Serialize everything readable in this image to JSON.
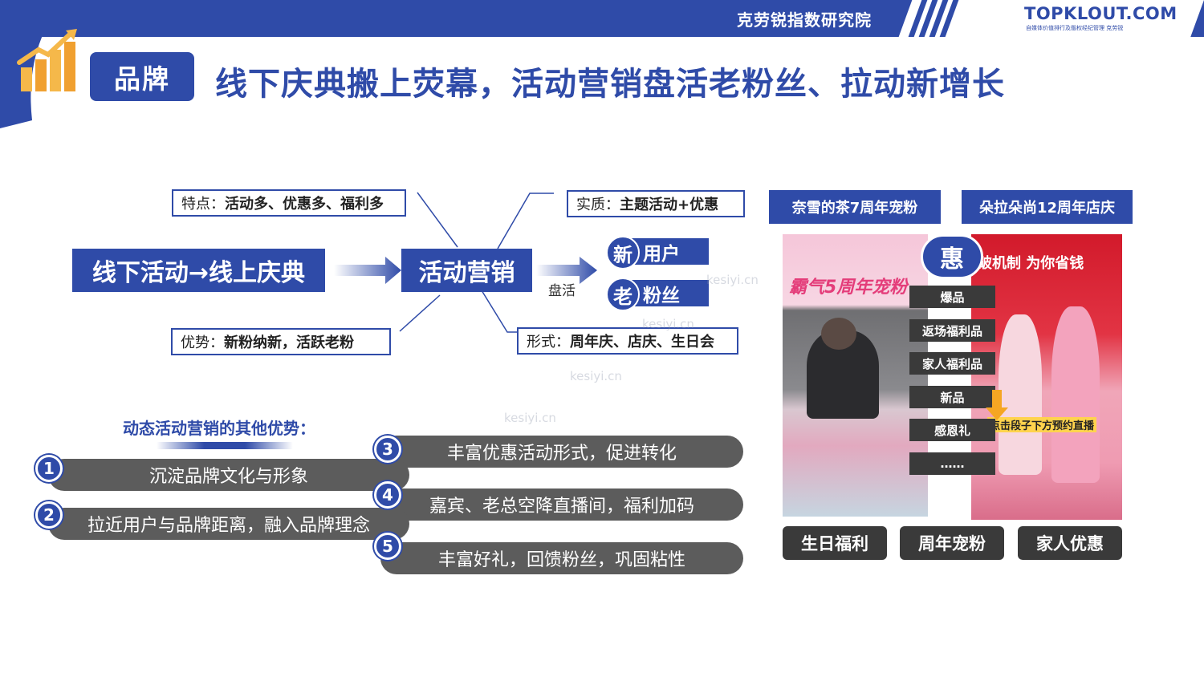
{
  "header": {
    "institute": "克劳锐指数研究院",
    "logo": "TOPKLOUT.COM",
    "logo_sub": "自媒体价值排行及版权经纪管理 克劳锐"
  },
  "brand_tag": "品牌",
  "page_title": "线下庆典搬上荧幕，活动营销盘活老粉丝、拉动新增长",
  "mindmap": {
    "left_box": "线下活动→线上庆典",
    "center_box": "活动营销",
    "feature_label": "特点：",
    "feature_value": "活动多、优惠多、福利多",
    "advantage_label": "优势：",
    "advantage_value": "新粉纳新，活跃老粉",
    "essence_label": "实质：",
    "essence_value": "主题活动+优惠",
    "form_label": "形式：",
    "form_value": "周年庆、店庆、生日会",
    "verb": "盘活",
    "new_char": "新",
    "new_label": "用户",
    "old_char": "老",
    "old_label": "粉丝"
  },
  "advantages": {
    "title": "动态活动营销的其他优势：",
    "items": [
      {
        "num": "1",
        "text": "沉淀品牌文化与形象"
      },
      {
        "num": "2",
        "text": "拉近用户与品牌距离，融入品牌理念"
      },
      {
        "num": "3",
        "text": "丰富优惠活动形式，促进转化"
      },
      {
        "num": "4",
        "text": "嘉宾、老总空降直播间，福利加码"
      },
      {
        "num": "5",
        "text": "丰富好礼，回馈粉丝，巩固粘性"
      }
    ]
  },
  "cases": {
    "left_title": "奈雪的茶7周年宠粉",
    "right_title": "朵拉朵尚12周年店庆",
    "left_shot_text": "霸气5周年宠粉",
    "right_shot_text": "破机制 为你省钱",
    "right_shot_banner": "点击段子下方预约直播",
    "hui": "惠",
    "promo_items": [
      "爆品",
      "返场福利品",
      "家人福利品",
      "新品",
      "感恩礼",
      "……"
    ],
    "tags": [
      "生日福利",
      "周年宠粉",
      "家人优惠"
    ]
  },
  "watermark": "kesiyi.cn",
  "colors": {
    "brand_blue": "#2f4ba8",
    "dark_gray": "#3a3a3a",
    "bar_gray": "#5c5c5c"
  }
}
